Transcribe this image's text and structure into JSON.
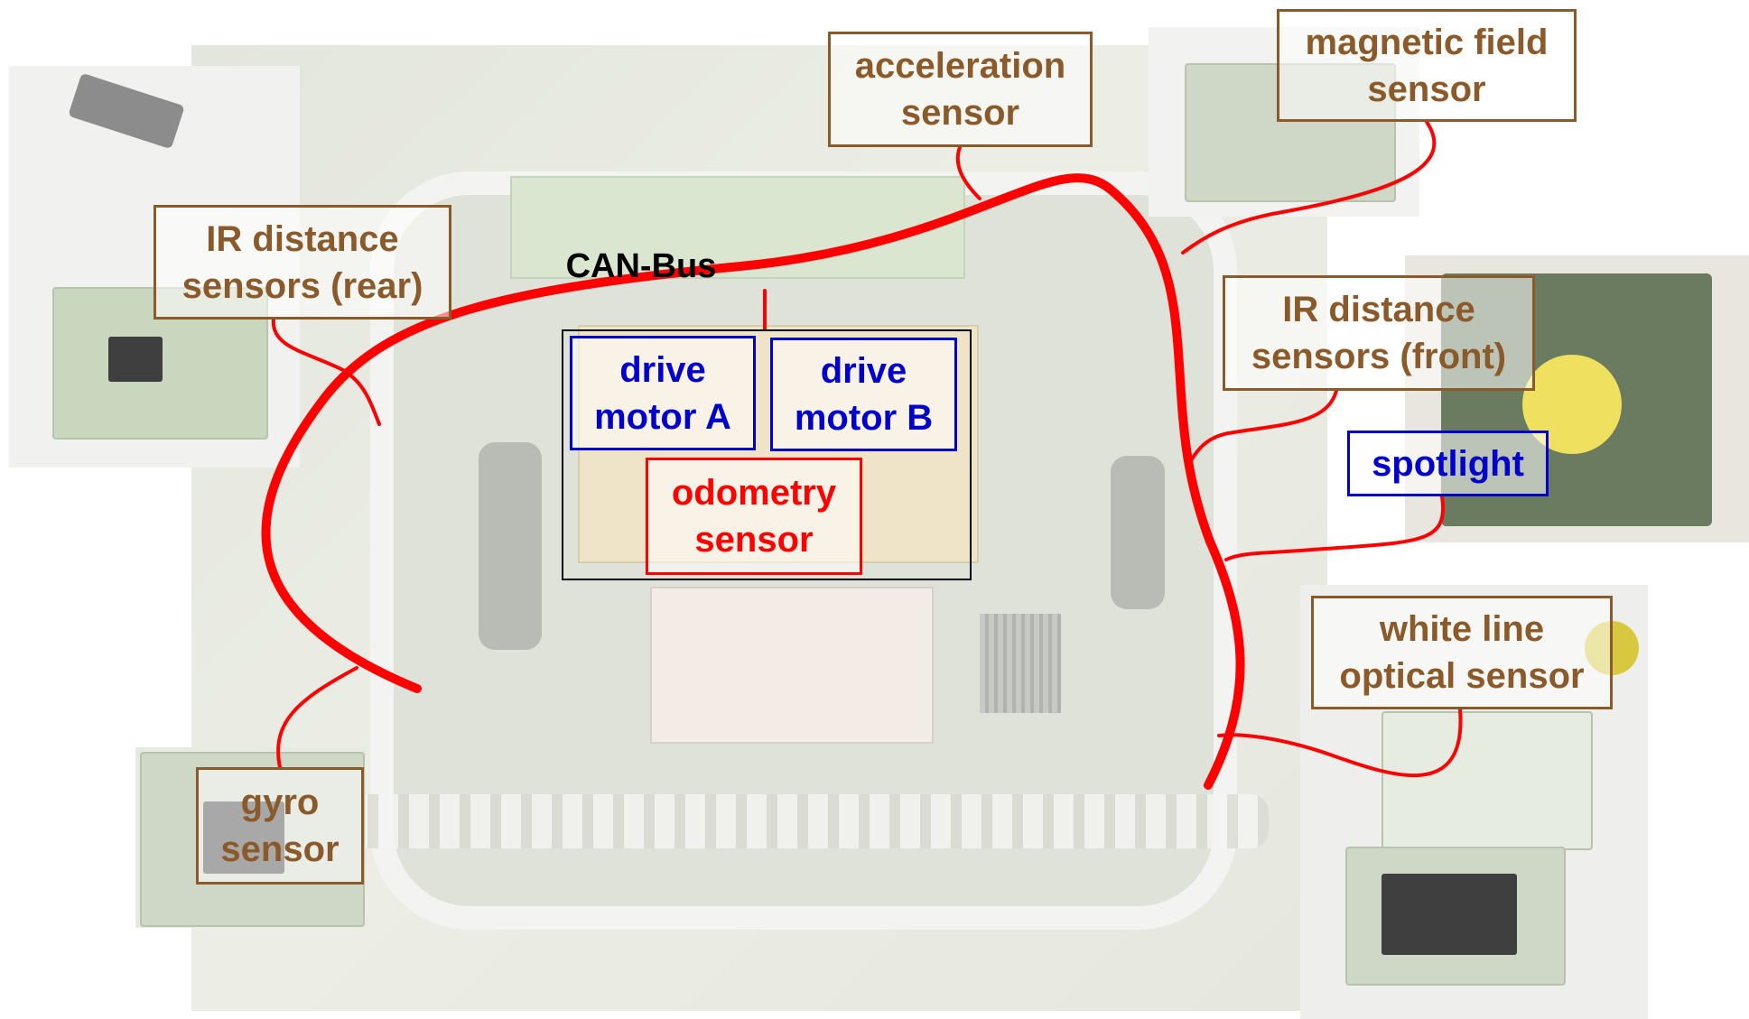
{
  "labels": {
    "acceleration_sensor": "acceleration\nsensor",
    "magnetic_field_sensor": "magnetic field\nsensor",
    "ir_rear": "IR distance\nsensors (rear)",
    "ir_front": "IR distance\nsensors (front)",
    "spotlight": "spotlight",
    "white_line": "white line\noptical sensor",
    "gyro": "gyro\nsensor",
    "can_bus": "CAN-Bus",
    "drive_motor_a": "drive\nmotor A",
    "drive_motor_b": "drive\nmotor B",
    "odometry": "odometry\nsensor"
  },
  "colors": {
    "peripheral_label": "#8b5a2b",
    "drive_label": "#0000cc",
    "odometry_label": "#ff0000",
    "can_bus_line": "#ff0000"
  },
  "icons": [
    "robot-photo",
    "sensor-board-photo"
  ]
}
